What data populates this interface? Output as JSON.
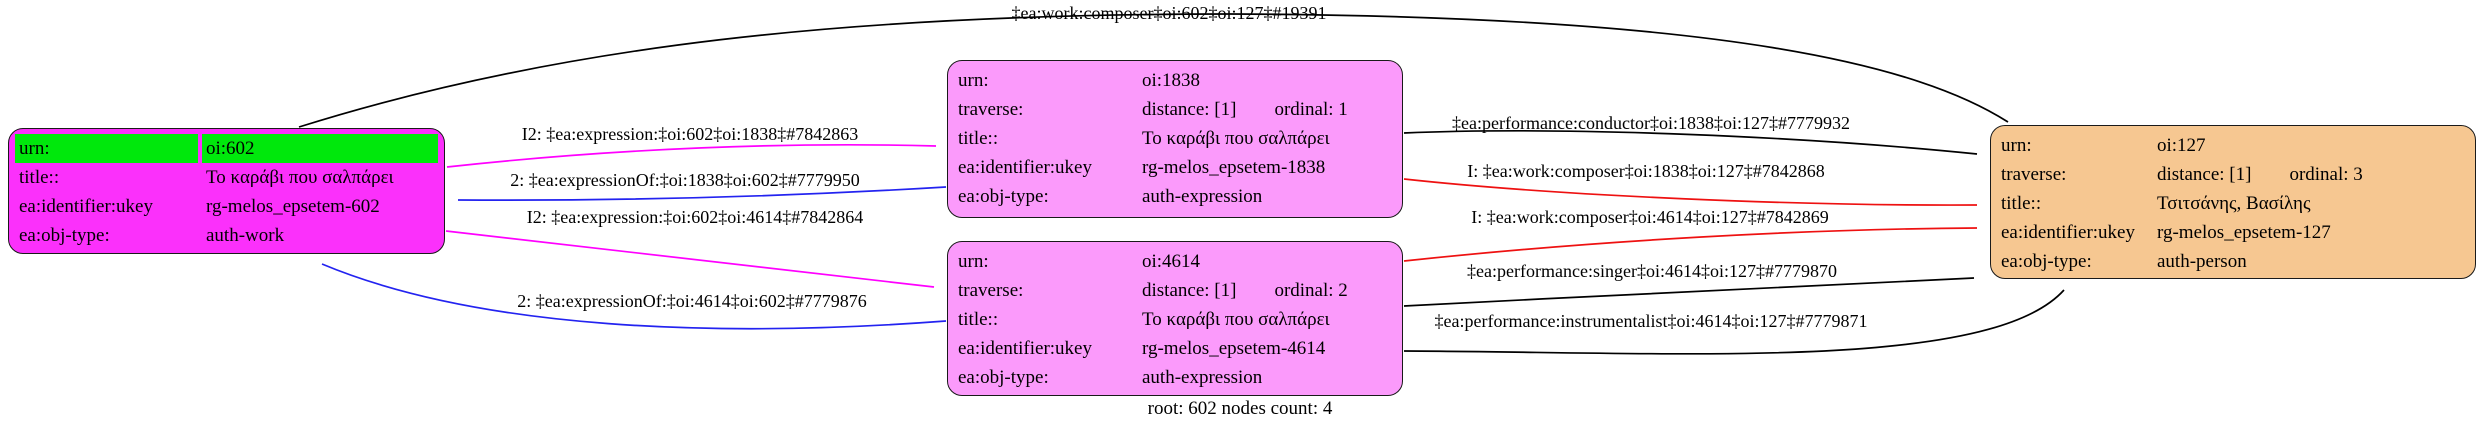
{
  "diagram": {
    "type": "directed-graph",
    "caption": "root: 602 nodes count: 4"
  },
  "colors": {
    "background": "#ffffff",
    "node_border": "#1a1a1a",
    "node_work_fill": "#fb30fb",
    "node_work_urn_highlight": "#00e80c",
    "node_expression_fill": "#fb9afb",
    "node_person_fill": "#f6c791",
    "edge_black": "#000000",
    "edge_magenta": "#ff00ff",
    "edge_blue": "#2323f0",
    "edge_red": "#ee1111"
  },
  "nodes": {
    "work602": {
      "rows": [
        {
          "key": "urn:",
          "value": "oi:602"
        },
        {
          "key": "title::",
          "value": "Το καράβι που σαλπάρει"
        },
        {
          "key": "ea:identifier:ukey",
          "value": "rg-melos_epsetem-602"
        },
        {
          "key": "ea:obj-type:",
          "value": "auth-work"
        }
      ]
    },
    "expr1838": {
      "rows": [
        {
          "key": "urn:",
          "value": "oi:1838"
        },
        {
          "key": "traverse:",
          "value": "distance: [1]",
          "value2": "ordinal: 1"
        },
        {
          "key": "title::",
          "value": "Το καράβι που σαλπάρει"
        },
        {
          "key": "ea:identifier:ukey",
          "value": "rg-melos_epsetem-1838"
        },
        {
          "key": "ea:obj-type:",
          "value": "auth-expression"
        }
      ]
    },
    "expr4614": {
      "rows": [
        {
          "key": "urn:",
          "value": "oi:4614"
        },
        {
          "key": "traverse:",
          "value": "distance: [1]",
          "value2": "ordinal: 2"
        },
        {
          "key": "title::",
          "value": "Το καράβι που σαλπάρει"
        },
        {
          "key": "ea:identifier:ukey",
          "value": "rg-melos_epsetem-4614"
        },
        {
          "key": "ea:obj-type:",
          "value": "auth-expression"
        }
      ]
    },
    "person127": {
      "rows": [
        {
          "key": "urn:",
          "value": "oi:127"
        },
        {
          "key": "traverse:",
          "value": "distance: [1]",
          "value2": "ordinal: 3"
        },
        {
          "key": "title::",
          "value": "Τσιτσάνης, Βασίλης"
        },
        {
          "key": "ea:identifier:ukey",
          "value": "rg-melos_epsetem-127"
        },
        {
          "key": "ea:obj-type:",
          "value": "auth-person"
        }
      ]
    }
  },
  "edges": [
    {
      "id": "work-composer-602-127",
      "label": "‡ea:work:composer‡oi:602‡oi:127‡#19391",
      "color": "#000000"
    },
    {
      "id": "expression-602-1838",
      "label": "I2: ‡ea:expression:‡oi:602‡oi:1838‡#7842863",
      "color": "#ff00ff"
    },
    {
      "id": "expressionOf-1838-602",
      "label": "2: ‡ea:expressionOf:‡oi:1838‡oi:602‡#7779950",
      "color": "#2323f0"
    },
    {
      "id": "expression-602-4614",
      "label": "I2: ‡ea:expression:‡oi:602‡oi:4614‡#7842864",
      "color": "#ff00ff"
    },
    {
      "id": "expressionOf-4614-602",
      "label": "2: ‡ea:expressionOf:‡oi:4614‡oi:602‡#7779876",
      "color": "#2323f0"
    },
    {
      "id": "performance-conductor-1838-127",
      "label": "‡ea:performance:conductor‡oi:1838‡oi:127‡#7779932",
      "color": "#000000"
    },
    {
      "id": "work-composer-1838-127",
      "label": "I: ‡ea:work:composer‡oi:1838‡oi:127‡#7842868",
      "color": "#ee1111"
    },
    {
      "id": "work-composer-4614-127",
      "label": "I: ‡ea:work:composer‡oi:4614‡oi:127‡#7842869",
      "color": "#ee1111"
    },
    {
      "id": "performance-singer-4614-127",
      "label": "‡ea:performance:singer‡oi:4614‡oi:127‡#7779870",
      "color": "#000000"
    },
    {
      "id": "performance-instrumentalist-4614-127",
      "label": "‡ea:performance:instrumentalist‡oi:4614‡oi:127‡#7779871",
      "color": "#000000"
    }
  ]
}
